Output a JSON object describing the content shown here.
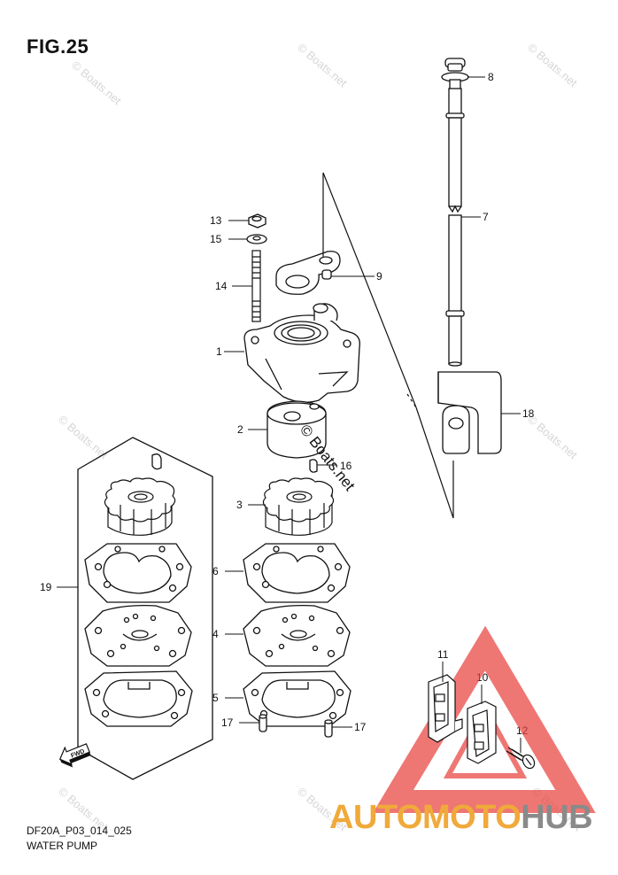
{
  "figure": {
    "title": "FIG.25",
    "code": "DF20A_P03_014_025",
    "name": "WATER PUMP"
  },
  "callouts": [
    "1",
    "2",
    "3",
    "4",
    "5",
    "6",
    "7",
    "8",
    "9",
    "10",
    "11",
    "12",
    "13",
    "14",
    "15",
    "16",
    "17",
    "17",
    "18",
    "19"
  ],
  "watermark": {
    "text": "© Boats.net",
    "center_text": "© Boats.net"
  },
  "fwd_label": "FWD",
  "logo": {
    "part1": "AUTOMOTO",
    "part2": "HUB",
    "triangle_color": "#e8433f",
    "text_color": "#f0a93a",
    "hub_color": "#8a8a8a"
  }
}
